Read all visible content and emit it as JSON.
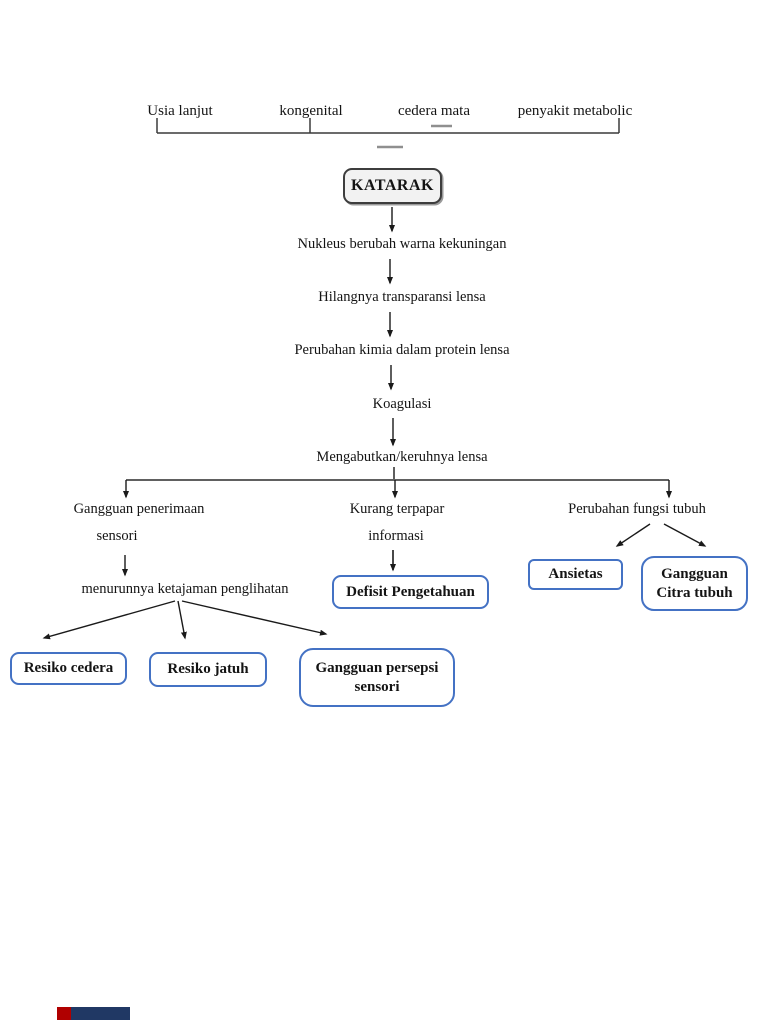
{
  "diagram": {
    "title": "KATARAK",
    "causes": [
      "Usia lanjut",
      "kongenital",
      "cedera mata",
      "penyakit metabolic"
    ],
    "chain": [
      "Nukleus berubah warna kekuningan",
      "Hilangnya transparansi lensa",
      "Perubahan kimia dalam protein lensa",
      "Koagulasi",
      "Mengabutkan/keruhnya lensa"
    ],
    "branches": {
      "left": {
        "label_line1": "Gangguan penerimaan",
        "label_line2": "sensori",
        "sub_label": "menurunnya ketajaman penglihatan",
        "outcomes": [
          "Resiko cedera",
          "Resiko jatuh",
          "Gangguan persepsi sensori"
        ]
      },
      "center": {
        "label_line1": "Kurang terpapar",
        "label_line2": "informasi",
        "outcome": "Defisit Pengetahuan"
      },
      "right": {
        "label": "Perubahan fungsi tubuh",
        "outcomes": [
          "Ansietas",
          "Gangguan Citra tubuh"
        ]
      }
    },
    "colors": {
      "outcome_border": "#4472c4",
      "root_fill": "#f2f2f2",
      "root_border": "#3d3d3d",
      "line": "#2b2b2b",
      "gray_dash": "#8f8f8f",
      "footer_red": "#b00000",
      "footer_navy": "#203864"
    }
  }
}
